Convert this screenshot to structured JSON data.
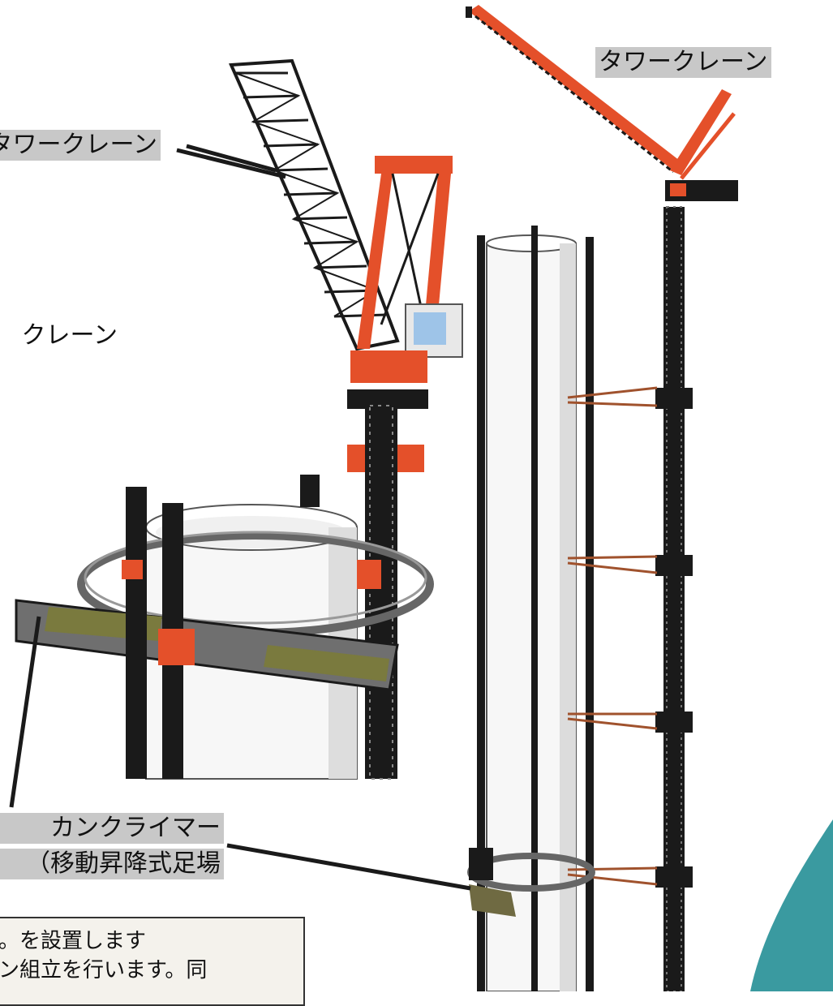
{
  "labels": {
    "tower_crane_right": "タワークレーン",
    "tower_crane_left": "タワークレーン",
    "crane_mid": "クレーン",
    "climber_line1": "カンクライマー",
    "climber_line2": "移動昇降式足場）"
  },
  "note": {
    "line1": "を設置します。",
    "line2": "ン組立を行います。同"
  },
  "colors": {
    "crane_orange": "#e4502a",
    "lattice_black": "#1a1a1a",
    "label_gray": "#c8c8c8",
    "teal_corner": "#3a9aa0",
    "cab_blue": "#9ec4e8"
  }
}
